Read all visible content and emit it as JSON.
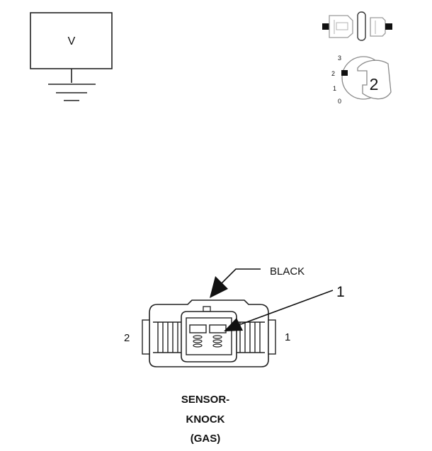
{
  "meter_symbol": {
    "label": "V"
  },
  "ignition_key": {
    "positions": [
      "3",
      "2",
      "1",
      "0"
    ],
    "active_position": "2"
  },
  "connector": {
    "color_callout": "BLACK",
    "pin_callout": "1",
    "left_pin_label": "2",
    "right_pin_label": "1"
  },
  "caption": {
    "line1": "SENSOR-",
    "line2": "KNOCK",
    "line3": "(GAS)"
  }
}
